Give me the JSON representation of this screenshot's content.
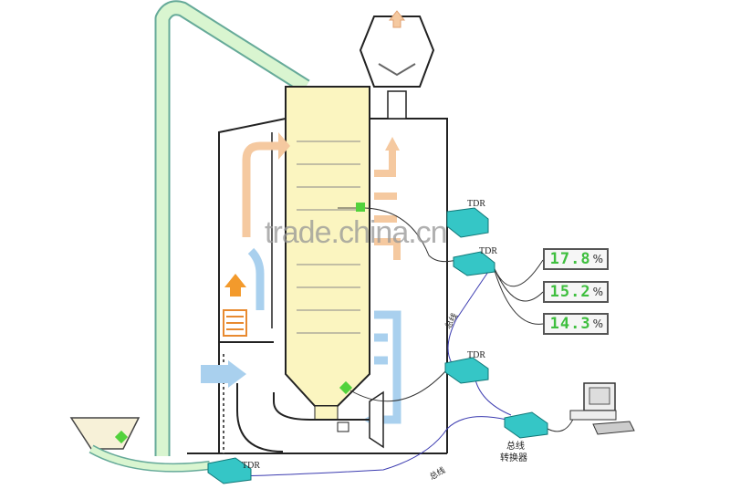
{
  "watermark": "trade.china.cn",
  "sensors": [
    {
      "label": "TDR"
    },
    {
      "label": "TDR"
    },
    {
      "label": "TDR"
    },
    {
      "label": "TDR"
    }
  ],
  "converter": {
    "label_line1": "总线",
    "label_line2": "转换器"
  },
  "bus_labels": [
    "总线",
    "总线"
  ],
  "displays": [
    {
      "value": "17.8",
      "unit": "%"
    },
    {
      "value": "15.2",
      "unit": "%"
    },
    {
      "value": "14.3",
      "unit": "%"
    }
  ],
  "colors": {
    "pipe": "#d9f5d0",
    "column": "#fbf5c0",
    "air": "#a9d0ee",
    "hot": "#f5c9a0",
    "sensor": "#35c6c6",
    "probe": "#52d23c",
    "display": "#3fbf3f"
  }
}
